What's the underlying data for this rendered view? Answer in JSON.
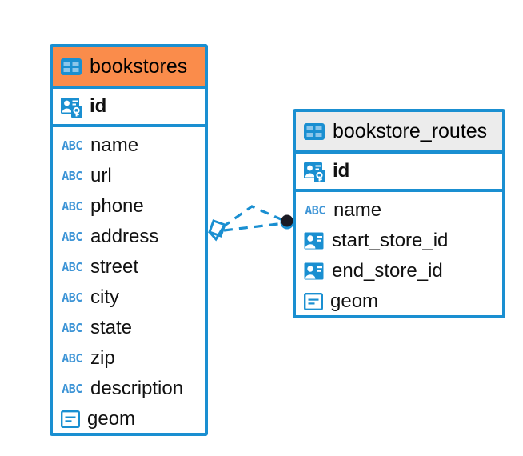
{
  "diagram": {
    "kind": "entity-relationship-diagram",
    "background": "#ffffff",
    "accent_blue": "#1a8fd1",
    "header_orange": "#fa8c4b",
    "header_grey": "#ececec",
    "icon_blue": "#1a8fd1",
    "abc_blue": "#3d94d6",
    "tables": [
      {
        "name": "bookstores",
        "header_style": "orange",
        "header_icon": "table-icon",
        "primary_key": {
          "label": "id",
          "icon": "primary-key-icon"
        },
        "fields": [
          {
            "label": "name",
            "icon": "abc-text-icon"
          },
          {
            "label": "url",
            "icon": "abc-text-icon"
          },
          {
            "label": "phone",
            "icon": "abc-text-icon"
          },
          {
            "label": "address",
            "icon": "abc-text-icon"
          },
          {
            "label": "street",
            "icon": "abc-text-icon"
          },
          {
            "label": "city",
            "icon": "abc-text-icon"
          },
          {
            "label": "state",
            "icon": "abc-text-icon"
          },
          {
            "label": "zip",
            "icon": "abc-text-icon"
          },
          {
            "label": "description",
            "icon": "abc-text-icon"
          },
          {
            "label": "geom",
            "icon": "geometry-icon"
          }
        ]
      },
      {
        "name": "bookstore_routes",
        "header_style": "grey",
        "header_icon": "table-icon",
        "primary_key": {
          "label": "id",
          "icon": "primary-key-icon"
        },
        "fields": [
          {
            "label": "name",
            "icon": "abc-text-icon"
          },
          {
            "label": "start_store_id",
            "icon": "foreign-key-icon"
          },
          {
            "label": "end_store_id",
            "icon": "foreign-key-icon"
          },
          {
            "label": "geom",
            "icon": "geometry-icon"
          }
        ]
      }
    ],
    "relationship": {
      "source_endpoint": "diamond-endpoint",
      "target_endpoint": "filled-circle-endpoint",
      "line_style": "dashed",
      "color": "#1a8fd1"
    }
  }
}
